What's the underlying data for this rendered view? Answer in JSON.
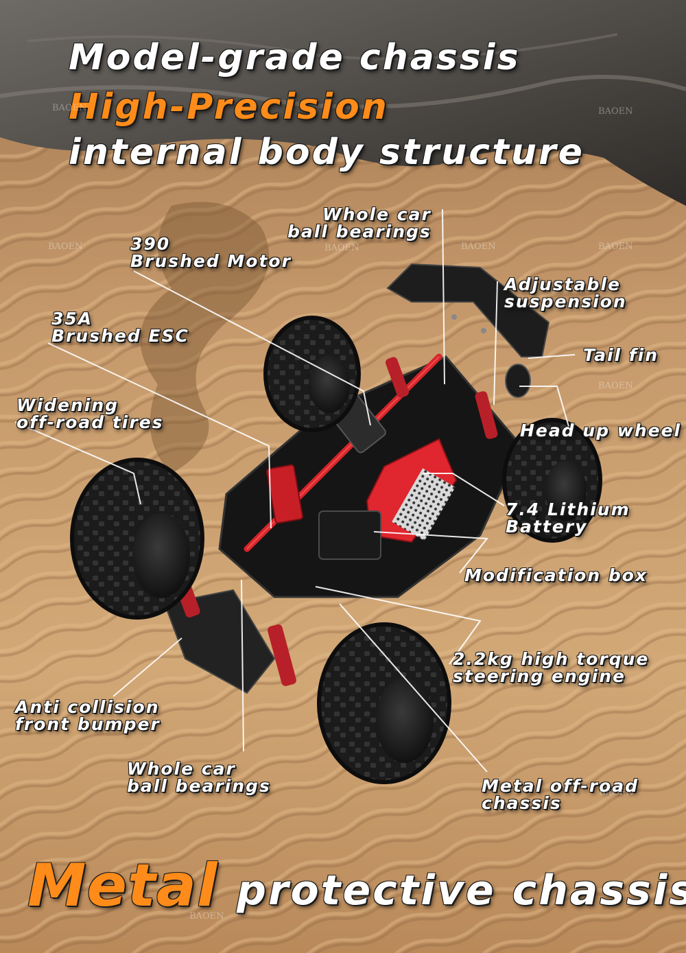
{
  "headline": {
    "line1": "Model-grade chassis",
    "line2": "High-Precision",
    "line3": "internal body structure"
  },
  "labels": {
    "ball_bearings_top": [
      "Whole car",
      "ball bearings"
    ],
    "motor": [
      "390",
      "Brushed Motor"
    ],
    "esc": [
      "35A",
      "Brushed ESC"
    ],
    "tires": [
      "Widening",
      "off-road tires"
    ],
    "suspension": [
      "Adjustable",
      "suspension"
    ],
    "tail_fin": [
      "Tail fin"
    ],
    "head_up_wheel": [
      "Head up wheel"
    ],
    "battery": [
      "7.4 Lithium",
      "Battery"
    ],
    "mod_box": [
      "Modification box"
    ],
    "steering": [
      "2.2kg high torque",
      "steering engine"
    ],
    "bumper": [
      "Anti collision",
      "front bumper"
    ],
    "ball_bearings_bottom": [
      "Whole car",
      "ball bearings"
    ],
    "metal_chassis": [
      "Metal off-road",
      "chassis"
    ]
  },
  "footer": {
    "highlight": "Metal",
    "rest": "protective chassis"
  },
  "watermark": "BAOEN",
  "colors": {
    "accent": "#ff8c1a",
    "text": "#ffffff",
    "body_red": "#d8252c",
    "sand": "#c49a6c"
  }
}
